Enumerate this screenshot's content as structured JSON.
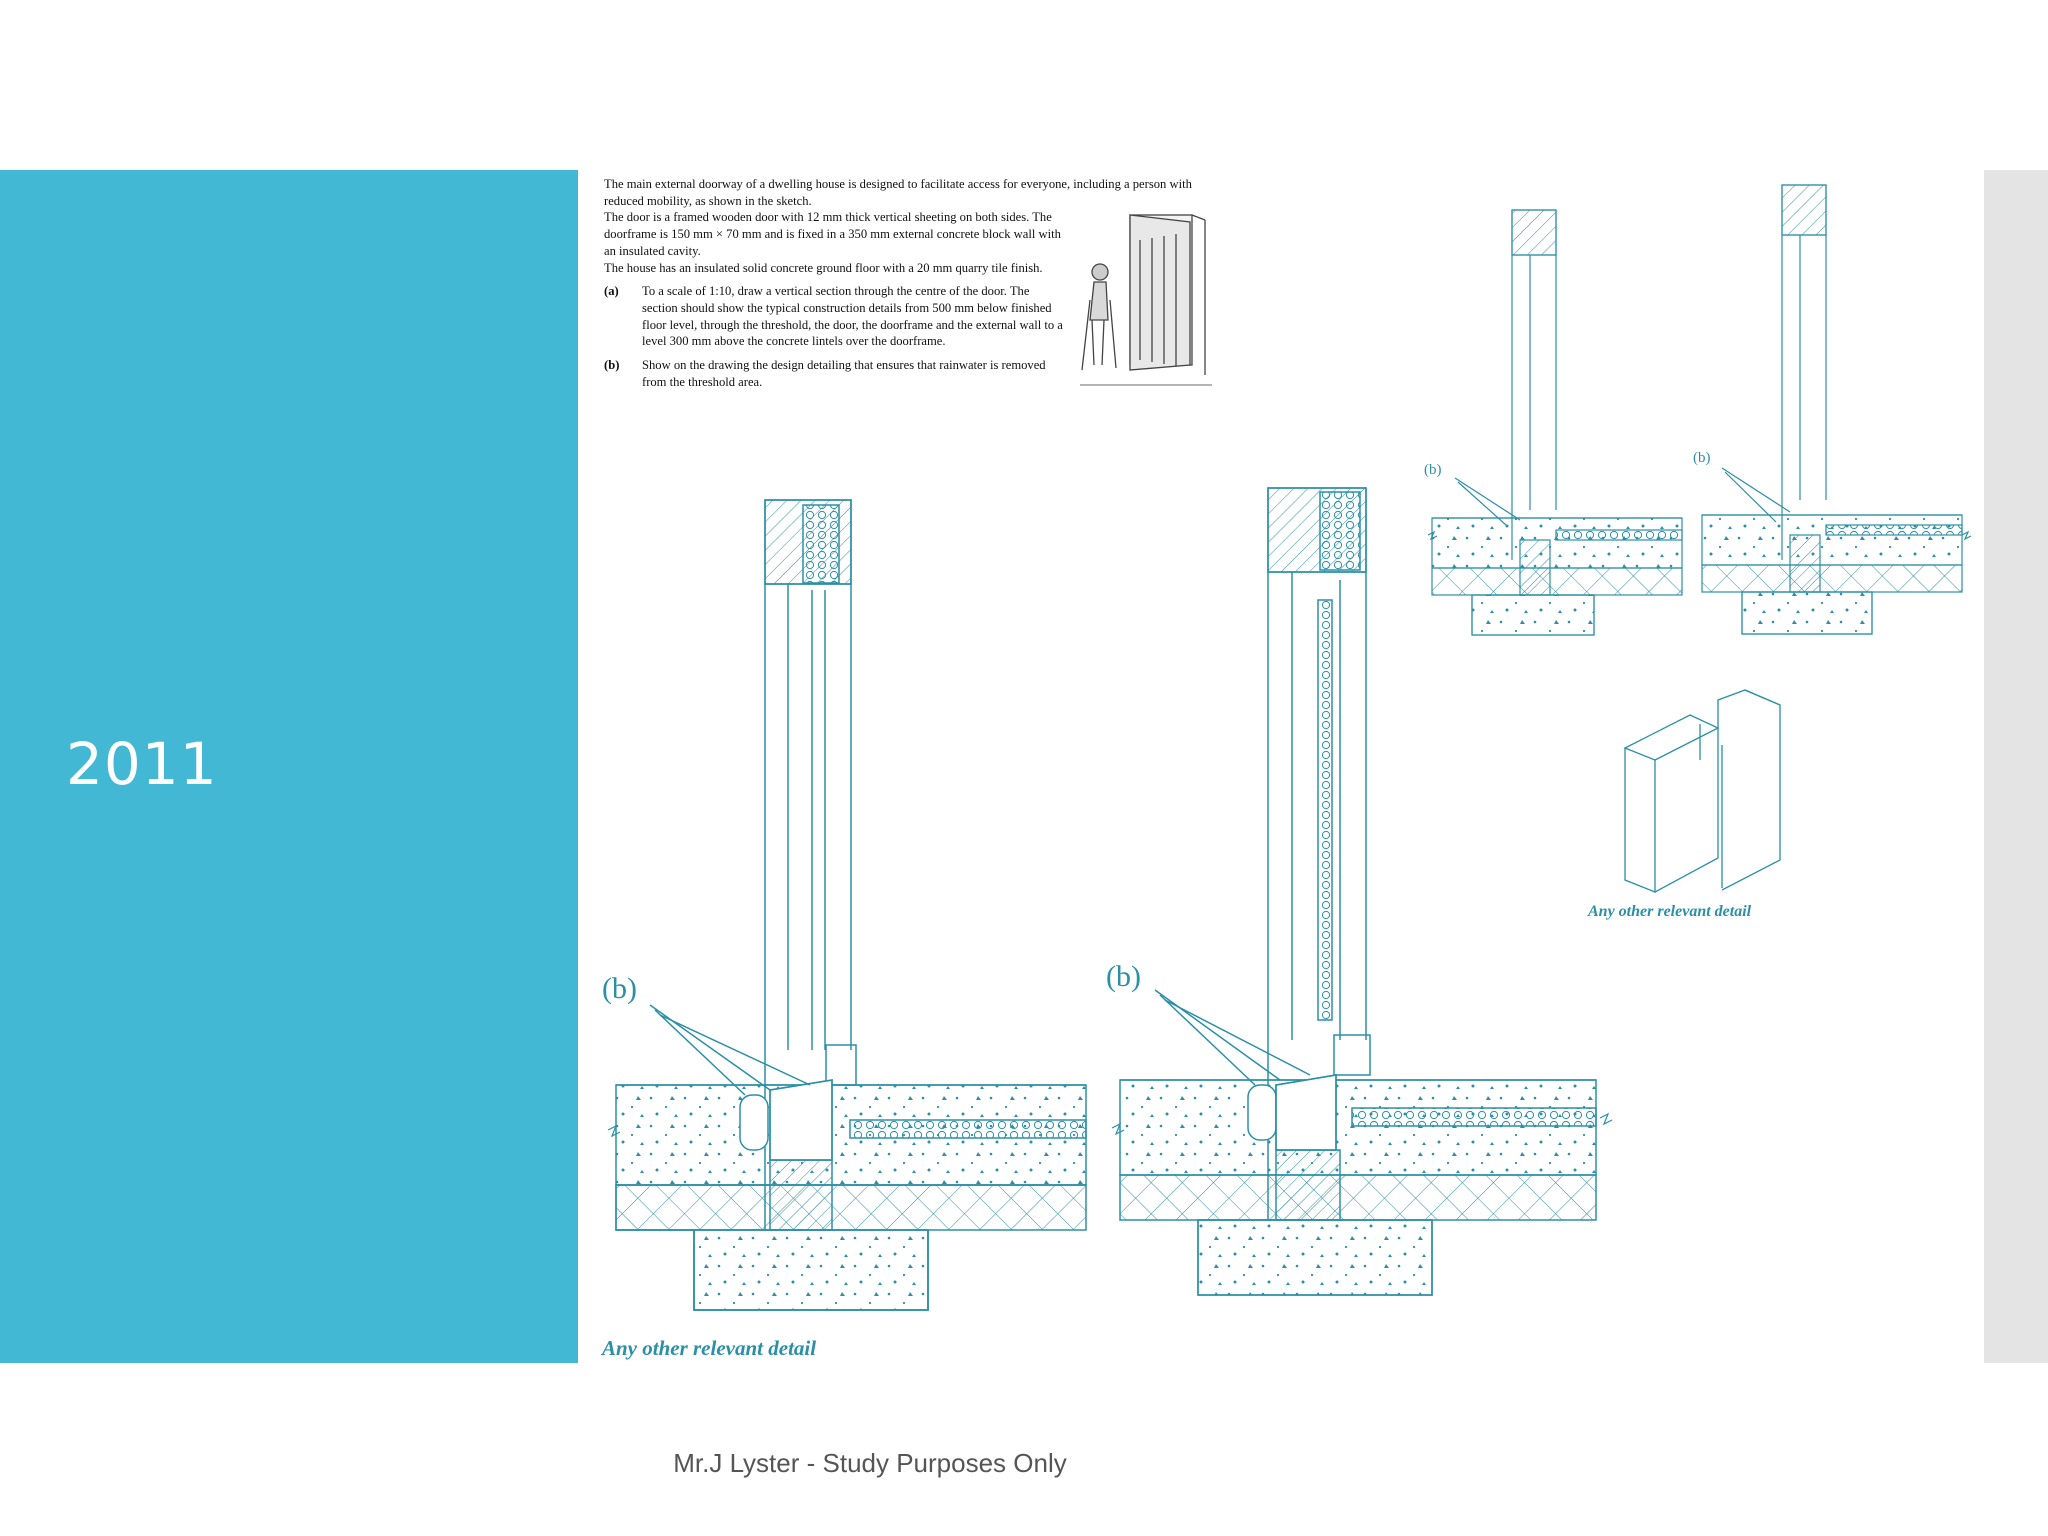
{
  "slide": {
    "year": "2011",
    "footer": "Mr.J Lyster - Study Purposes Only"
  },
  "question": {
    "intro": [
      "The main external doorway of a dwelling house is designed to facilitate access for everyone, including a person with reduced mobility, as shown in the sketch.",
      "The door is a framed wooden door with 12 mm thick vertical sheeting on both sides. The doorframe is 150 mm × 70 mm and is fixed in a 350 mm external concrete block wall with an insulated cavity.",
      "The house has an insulated solid concrete ground floor with a 20 mm quarry tile finish."
    ],
    "parts": [
      {
        "label": "(a)",
        "text": "To a scale of 1:10, draw a vertical section through the centre of the door. The section should show the typical construction details from 500 mm below finished floor level, through the threshold, the door, the doorframe and the external wall to a level 300 mm above the concrete lintels over the doorframe."
      },
      {
        "label": "(b)",
        "text": "Show on the drawing the design detailing that ensures that rainwater is removed from the threshold area."
      }
    ]
  },
  "drawings": {
    "b_label": "(b)",
    "caption_main": "Any other relevant detail",
    "caption_side": "Any other relevant detail"
  },
  "colors": {
    "panel": "#42b8d4",
    "line": "#2b8fa6",
    "strip": "#e4e4e4"
  }
}
